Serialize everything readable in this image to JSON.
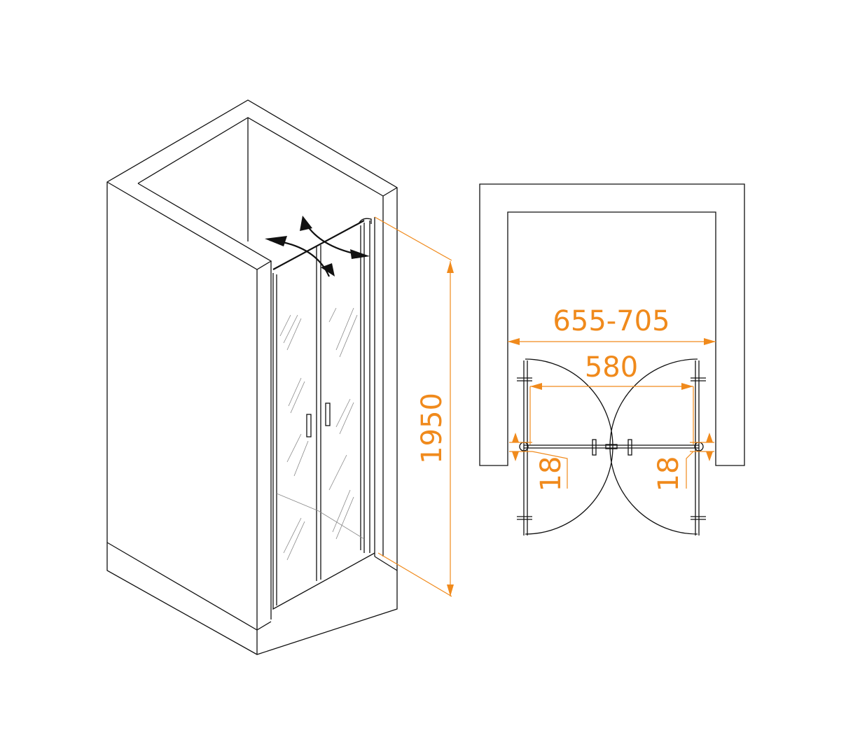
{
  "dimensions": {
    "height": "1950",
    "opening_range": "655-705",
    "entry_width": "580",
    "left_gap": "18",
    "right_gap": "18"
  },
  "colors": {
    "dimension": "#f08a1c",
    "line": "#111111"
  }
}
